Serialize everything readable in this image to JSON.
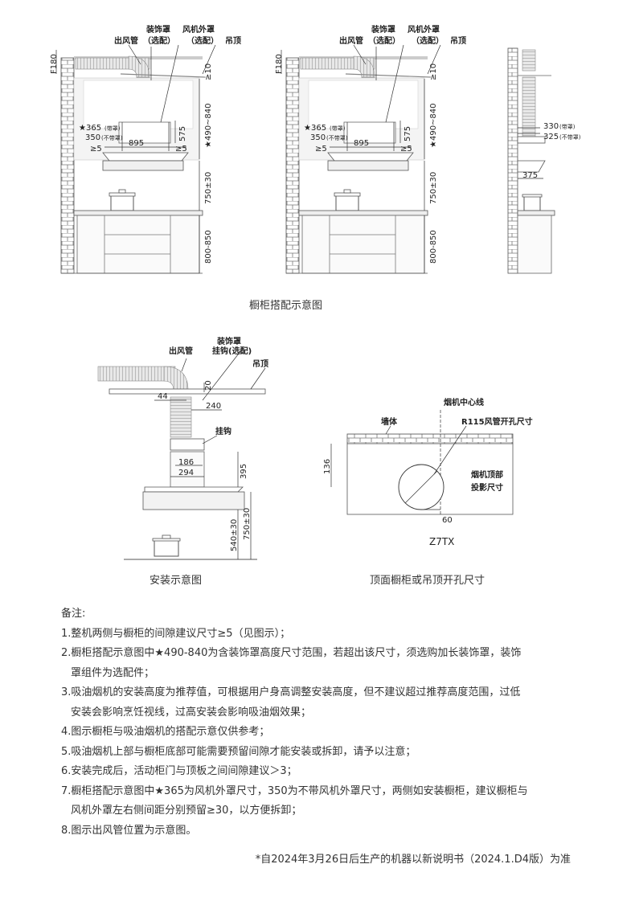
{
  "diagram1": {
    "caption": "橱柜搭配示意图",
    "label_outlet_pipe": "出风管",
    "label_decor_cover": "装饰罩",
    "label_decor_optional": "（选配）",
    "label_fan_cover": "风机外罩",
    "label_fan_optional": "（选配）",
    "label_ceiling": "吊顶",
    "dim_f180": "F180",
    "dim_ge10": "≥10",
    "dim_490_840": "★490~840",
    "dim_365": "★365",
    "dim_365_note": "(带罩)",
    "dim_350": "350",
    "dim_350_note": "(不带罩)",
    "dim_575": "575",
    "dim_895": "895",
    "dim_ge5": "≥5",
    "dim_750": "750±30",
    "dim_800": "800-850",
    "dim_330": "330",
    "dim_330_note": "(带罩)",
    "dim_325": "325",
    "dim_325_note": "(不带罩)",
    "dim_375": "375"
  },
  "diagram2": {
    "caption": "安装示意图",
    "label_outlet_pipe": "出风管",
    "label_decor_cover": "装饰罩",
    "label_hook_optional": "挂钩(选配)",
    "label_ceiling": "吊顶",
    "label_hook": "挂钩",
    "dim_20": "20",
    "dim_44": "44",
    "dim_240": "240",
    "dim_186": "186",
    "dim_294": "294",
    "dim_395": "395",
    "dim_540": "540±30",
    "dim_750": "750±30"
  },
  "diagram3": {
    "caption": "顶面橱柜或吊顶开孔尺寸",
    "label_hood_center": "烟机中心线",
    "label_wall": "墙体",
    "label_r115": "R115风管开孔尺寸",
    "label_projection_1": "烟机顶部",
    "label_projection_2": "投影尺寸",
    "dim_136": "136",
    "dim_60": "60",
    "model": "Z7TX"
  },
  "notes": {
    "heading": "备注:",
    "items": [
      "1.整机两侧与橱柜的间隙建议尺寸≥5（见图示）；",
      "2.橱柜搭配示意图中★490-840为含装饰罩高度尺寸范围，若超出该尺寸，须选购加长装饰罩，装饰",
      "罩组件为选配件；",
      "3.吸油烟机的安装高度为推荐值，可根据用户身高调整安装高度，但不建议超过推荐高度范围，过低",
      "安装会影响烹饪视线，过高安装会影响吸油烟效果；",
      "4.图示橱柜与吸油烟机的搭配示意仅供参考；",
      "5.吸油烟机上部与橱柜底部可能需要预留间隙才能安装或拆卸，请予以注意；",
      "6.安装完成后，活动柜门与顶板之间间隙建议＞3；",
      "7.橱柜搭配示意图中★365为风机外罩尺寸，350为不带风机外罩尺寸，两侧如安装橱柜，建议橱柜与",
      "风机外罩左右侧间距分别预留≥30，以方便拆卸；",
      "8.图示出风管位置为示意图。"
    ]
  },
  "footer": "*自2024年3月26日后生产的机器以新说明书（2024.1.D4版）为准"
}
